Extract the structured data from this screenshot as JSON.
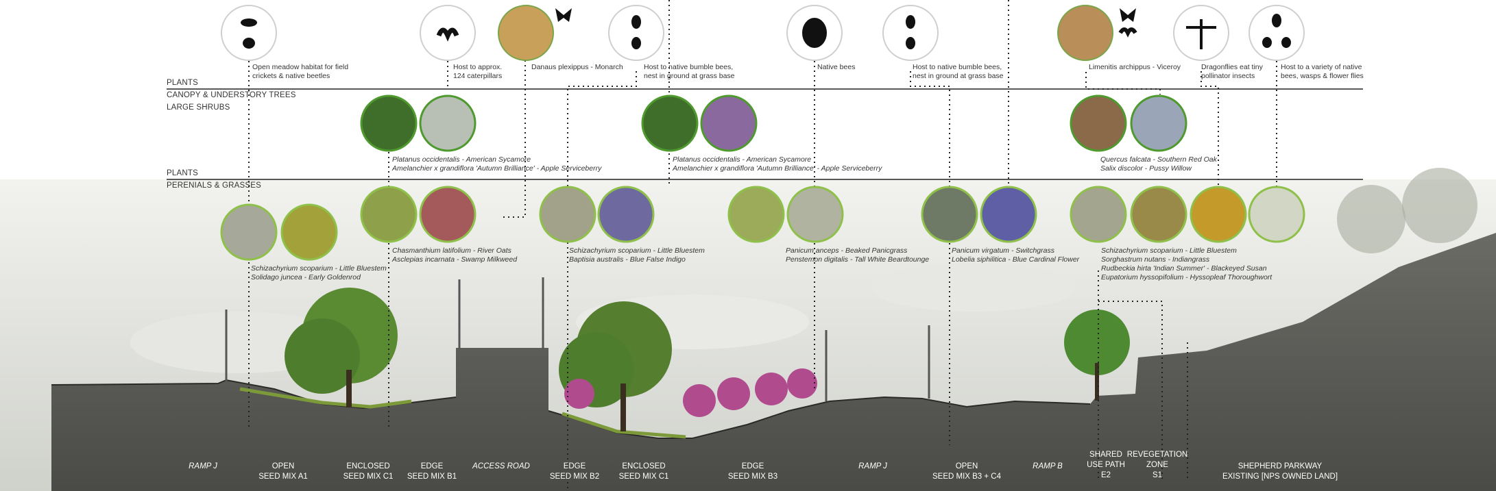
{
  "bands": {
    "plants_top": "PLANTS",
    "canopy": "CANOPY & UNDERSTORY TREES",
    "shrubs": "LARGE SHRUBS",
    "plants_mid": "PLANTS",
    "perennials": "PERENIALS & GRASSES"
  },
  "insects": [
    {
      "icon": "cricket-beetle-icon",
      "lines": [
        "Open meadow habitat for field",
        "crickets & native beetles"
      ]
    },
    {
      "icon": "caterpillar-icon",
      "lines": [
        "Host to approx.",
        "124 caterpillars"
      ]
    },
    {
      "icon": "monarch-icon",
      "lines": [
        "Danaus plexippus - Monarch"
      ]
    },
    {
      "icon": "bumble-bee-icon",
      "lines": [
        "Host to native bumble bees,",
        "nest in ground at grass base"
      ]
    },
    {
      "icon": "native-bee-icon",
      "lines": [
        "Native bees"
      ]
    },
    {
      "icon": "bumble-bee-icon",
      "lines": [
        "Host to native bumble bees,",
        "nest in ground at grass base"
      ]
    },
    {
      "icon": "viceroy-icon",
      "lines": [
        "Limenitis archippus - Viceroy"
      ]
    },
    {
      "icon": "dragonfly-icon",
      "lines": [
        "Dragonflies eat tiny",
        "pollinator insects"
      ]
    },
    {
      "icon": "wasp-fly-icon",
      "lines": [
        "Host to a variety of native",
        "bees, wasps & flower flies"
      ]
    }
  ],
  "shrub_groups": [
    {
      "lines": [
        "Platanus occidentalis - American Sycamore",
        "Amelanchier x grandiflora 'Autumn Brilliance' - Apple Serviceberry"
      ]
    },
    {
      "lines": [
        "Platanus occidentalis - American Sycamore",
        "Amelanchier x grandiflora 'Autumn Brilliance' - Apple Serviceberry"
      ]
    },
    {
      "lines": [
        "Quercus falcata - Southern Red Oak",
        "Salix discolor - Pussy Willow"
      ]
    }
  ],
  "perennial_groups": [
    {
      "lines": [
        "Schizachyrium scoparium - Little Bluestem",
        "Solidago juncea - Early Goldenrod"
      ]
    },
    {
      "lines": [
        "Chasmanthium latifolium - River Oats",
        "Asclepias incarnata - Swamp Milkweed"
      ]
    },
    {
      "lines": [
        "Schizachyrium scoparium - Little Bluestem",
        "Baptisia australis - Blue False Indigo"
      ]
    },
    {
      "lines": [
        "Panicum anceps - Beaked Panicgrass",
        "Penstemon digitalis - Tall White Beardtounge"
      ]
    },
    {
      "lines": [
        "Panicum virgatum - Switchgrass",
        "Lobelia siphilitica - Blue Cardinal Flower"
      ]
    },
    {
      "lines": [
        "Schizachyrium scoparium - Little Bluestem",
        "Sorghastrum nutans - Indiangrass",
        "Rudbeckia hirta 'Indian Summer' - Blackeyed Susan",
        "Eupatorium hyssopifolium - Hyssopleaf Thoroughwort"
      ]
    }
  ],
  "zones": [
    {
      "lines": [
        "RAMP J"
      ],
      "italic": true
    },
    {
      "lines": [
        "OPEN",
        "SEED MIX A1"
      ],
      "italic": false
    },
    {
      "lines": [
        "ENCLOSED",
        "SEED MIX C1"
      ],
      "italic": false
    },
    {
      "lines": [
        "EDGE",
        "SEED MIX B1"
      ],
      "italic": false
    },
    {
      "lines": [
        "ACCESS ROAD"
      ],
      "italic": true
    },
    {
      "lines": [
        "EDGE",
        "SEED MIX B2"
      ],
      "italic": false
    },
    {
      "lines": [
        "ENCLOSED",
        "SEED MIX C1"
      ],
      "italic": false
    },
    {
      "lines": [
        "EDGE",
        "SEED MIX B3"
      ],
      "italic": false
    },
    {
      "lines": [
        "RAMP J"
      ],
      "italic": true
    },
    {
      "lines": [
        "OPEN",
        "SEED MIX B3 + C4"
      ],
      "italic": false
    },
    {
      "lines": [
        "RAMP B"
      ],
      "italic": true
    },
    {
      "lines": [
        "SHARED",
        "USE PATH",
        "E2"
      ],
      "italic": false
    },
    {
      "lines": [
        "REVEGETATION",
        "ZONE",
        "S1"
      ],
      "italic": false
    },
    {
      "lines": [
        "SHEPHERD PARKWAY",
        "EXISTING [NPS OWNED LAND]"
      ],
      "italic": false
    }
  ],
  "colors": {
    "ground": "#5e5e5a",
    "sky": "#dedfda",
    "tree": "#4f7d2e",
    "redbud": "#b04c8e",
    "circle_ring": "#6aa63a",
    "text": "#333333"
  }
}
